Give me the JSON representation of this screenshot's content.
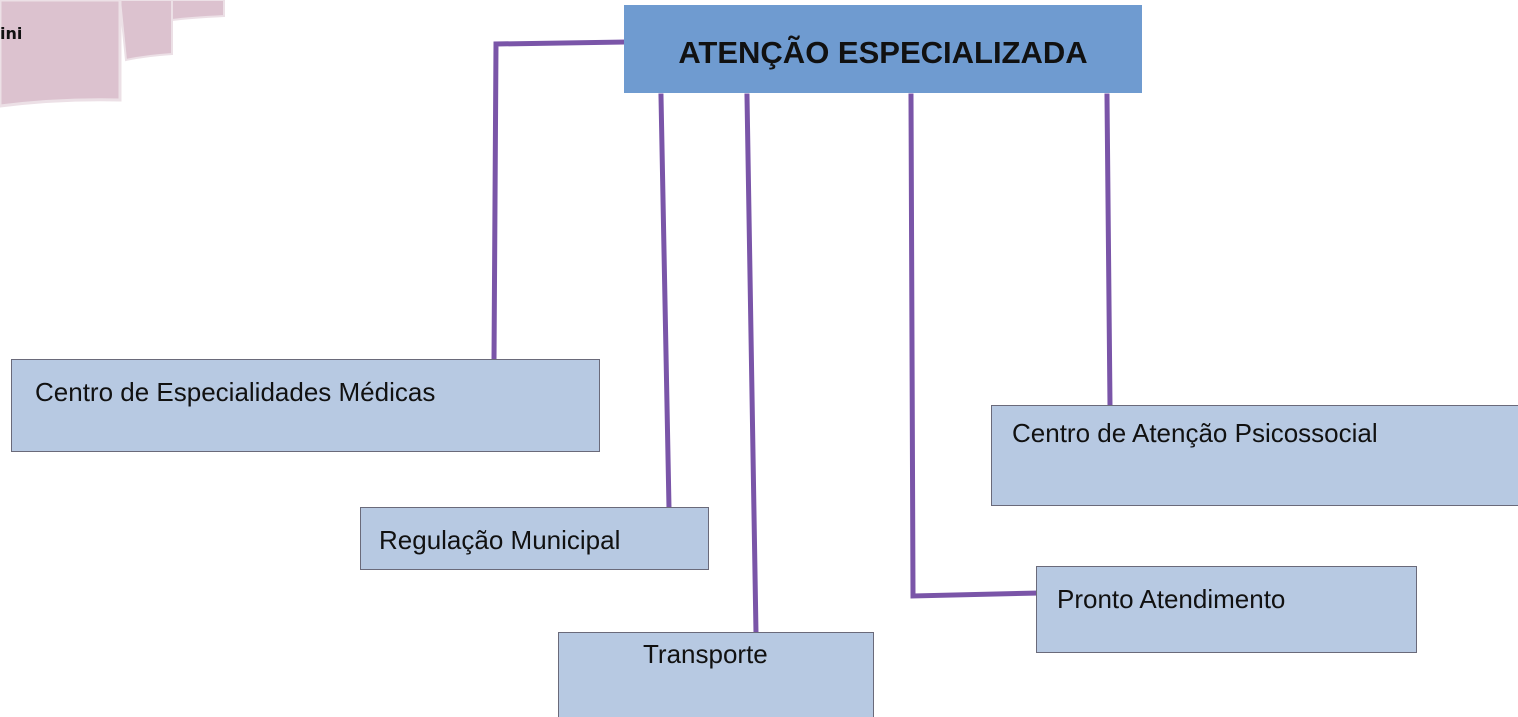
{
  "corner": {
    "label": "ini"
  },
  "diagram": {
    "root": {
      "label": "ATENÇÃO ESPECIALIZADA"
    },
    "children": [
      {
        "label": "Centro de Especialidades Médicas"
      },
      {
        "label": "Regulação Municipal"
      },
      {
        "label": "Transporte"
      },
      {
        "label": "Pronto Atendimento"
      },
      {
        "label": "Centro de Atenção Psicossocial"
      }
    ]
  },
  "colors": {
    "root_fill": "#6f9bd0",
    "node_fill": "#b7c9e2",
    "node_border": "#6a6a7a",
    "connector": "#7a55a8",
    "decor_pink": "#dcc2cf"
  }
}
